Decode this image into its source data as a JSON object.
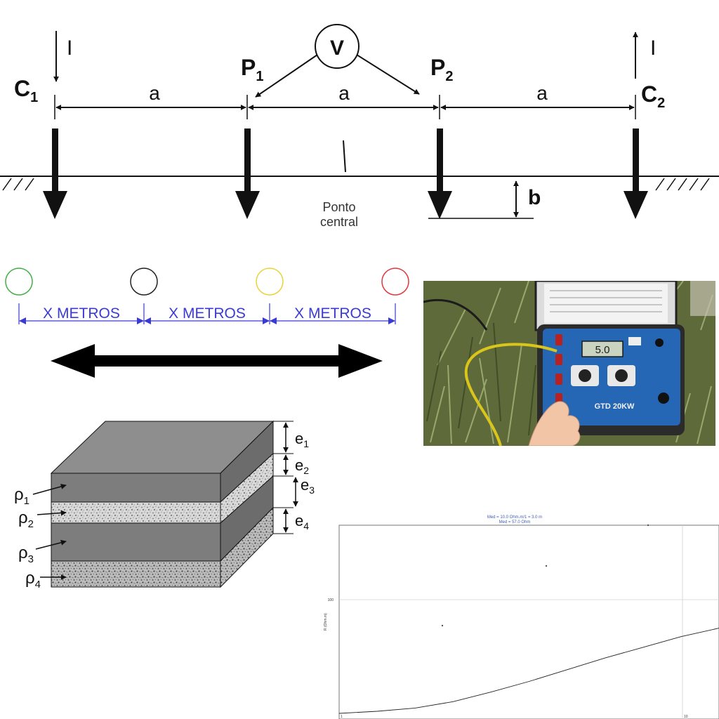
{
  "wenner": {
    "electrodes": {
      "c1": "C",
      "c2": "C",
      "p1": "P",
      "p2": "P"
    },
    "sub_1": "1",
    "sub_2": "2",
    "current_label": "I",
    "voltmeter_label": "V",
    "spacing_label": "a",
    "depth_label": "b",
    "center_line1": "Ponto",
    "center_line2": "central"
  },
  "field_layout": {
    "distance_label": "X METROS",
    "circle_colors": [
      "#43b047",
      "#222222",
      "#e9d33b",
      "#e0383f"
    ]
  },
  "layers": {
    "resistivity_symbol": "ρ",
    "thickness_symbol": "e",
    "subscripts": [
      "1",
      "2",
      "3",
      "4"
    ]
  },
  "photo": {
    "device_brand": "GTD 20KW",
    "display_value": "5.0"
  },
  "chart_data": {
    "type": "line",
    "title_line1": "Med = 10.0 Ohm.m/1 = 3.0 m",
    "title_line2": "Med = 57.0 Ohm",
    "ylabel": "R (Ohm.m)",
    "y_tick_label": "100",
    "x_tick_labels": [
      "1",
      "10"
    ],
    "series": [
      {
        "values": [
          [
            0,
            0
          ],
          [
            0.1,
            0.02
          ],
          [
            0.2,
            0.05
          ],
          [
            0.3,
            0.11
          ],
          [
            0.4,
            0.2
          ],
          [
            0.5,
            0.3
          ],
          [
            0.6,
            0.41
          ],
          [
            0.7,
            0.52
          ],
          [
            0.8,
            0.62
          ],
          [
            0.9,
            0.72
          ],
          [
            1.0,
            0.8
          ]
        ]
      }
    ]
  }
}
